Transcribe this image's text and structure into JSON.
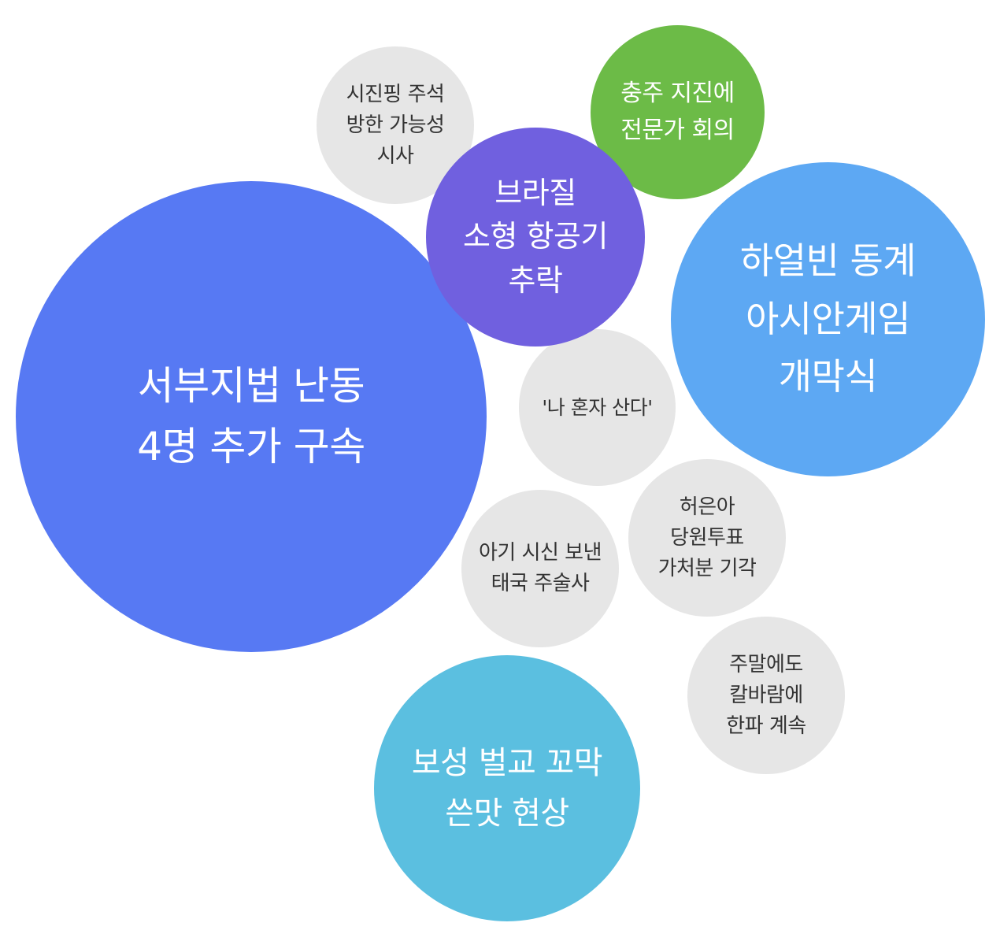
{
  "bubbles": {
    "seobu": {
      "label": "서부지법 난동\n4명 추가 구속",
      "color": "#5779F3"
    },
    "brazil": {
      "label": "브라질\n소형 항공기\n추락",
      "color": "#7060DF"
    },
    "harbin": {
      "label": "하얼빈 동계\n아시안게임\n개막식",
      "color": "#5DA8F3"
    },
    "chungju": {
      "label": "충주 지진에\n전문가 회의",
      "color": "#6CBB47"
    },
    "xi": {
      "label": "시진핑 주석\n방한 가능성\n시사",
      "color": "#E6E6E6"
    },
    "alone": {
      "label": "'나 혼자 산다'",
      "color": "#E6E6E6"
    },
    "baby": {
      "label": "아기 시신 보낸\n태국 주술사",
      "color": "#E6E6E6"
    },
    "heo": {
      "label": "허은아\n당원투표\n가처분 기각",
      "color": "#E6E6E6"
    },
    "weekend": {
      "label": "주말에도\n칼바람에\n한파 계속",
      "color": "#E6E6E6"
    },
    "boseong": {
      "label": "보성 벌교 꼬막\n쓴맛 현상",
      "color": "#5BBFE0"
    }
  }
}
